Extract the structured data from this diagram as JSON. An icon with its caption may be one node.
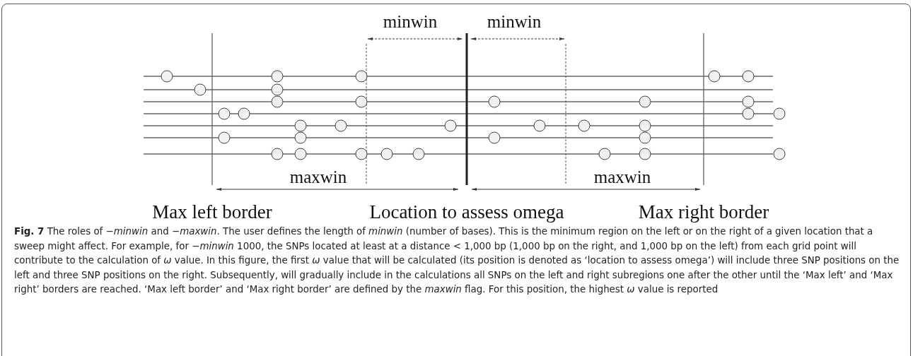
{
  "diagram": {
    "caption": "**Fig. 7** The roles of −*minwin* and −*maxwin*. The user defines the length of *minwin* (number of bases). This is the minimum region on the left or on the right of a given location that a sweep might affect. For example, for −*minwin* 1000, the SNPs located at least at a distance < 1,000 bp (1,000 bp on the right, and 1,000 bp on the left) from each grid point will contribute to the calculation of *ω* value. In this figure, the first *ω* value that will be calculated (its position is denoted as ‘location to assess omega’) will include three SNP positions on the left and three SNP positions on the right. Subsequently, will gradually include in the calculations all SNPs on the left and right subregions one after the other until the ‘Max left’ and ‘Max right’ borders are reached. ‘Max left border’ and ‘Max right border’ are defined by the *maxwin* flag. For this position, the highest *ω* value is reported",
    "labels": [
      "minwin",
      "minwin",
      "maxwin",
      "maxwin",
      "Max left border",
      "Location to assess omega",
      "Max right border"
    ]
  }
}
